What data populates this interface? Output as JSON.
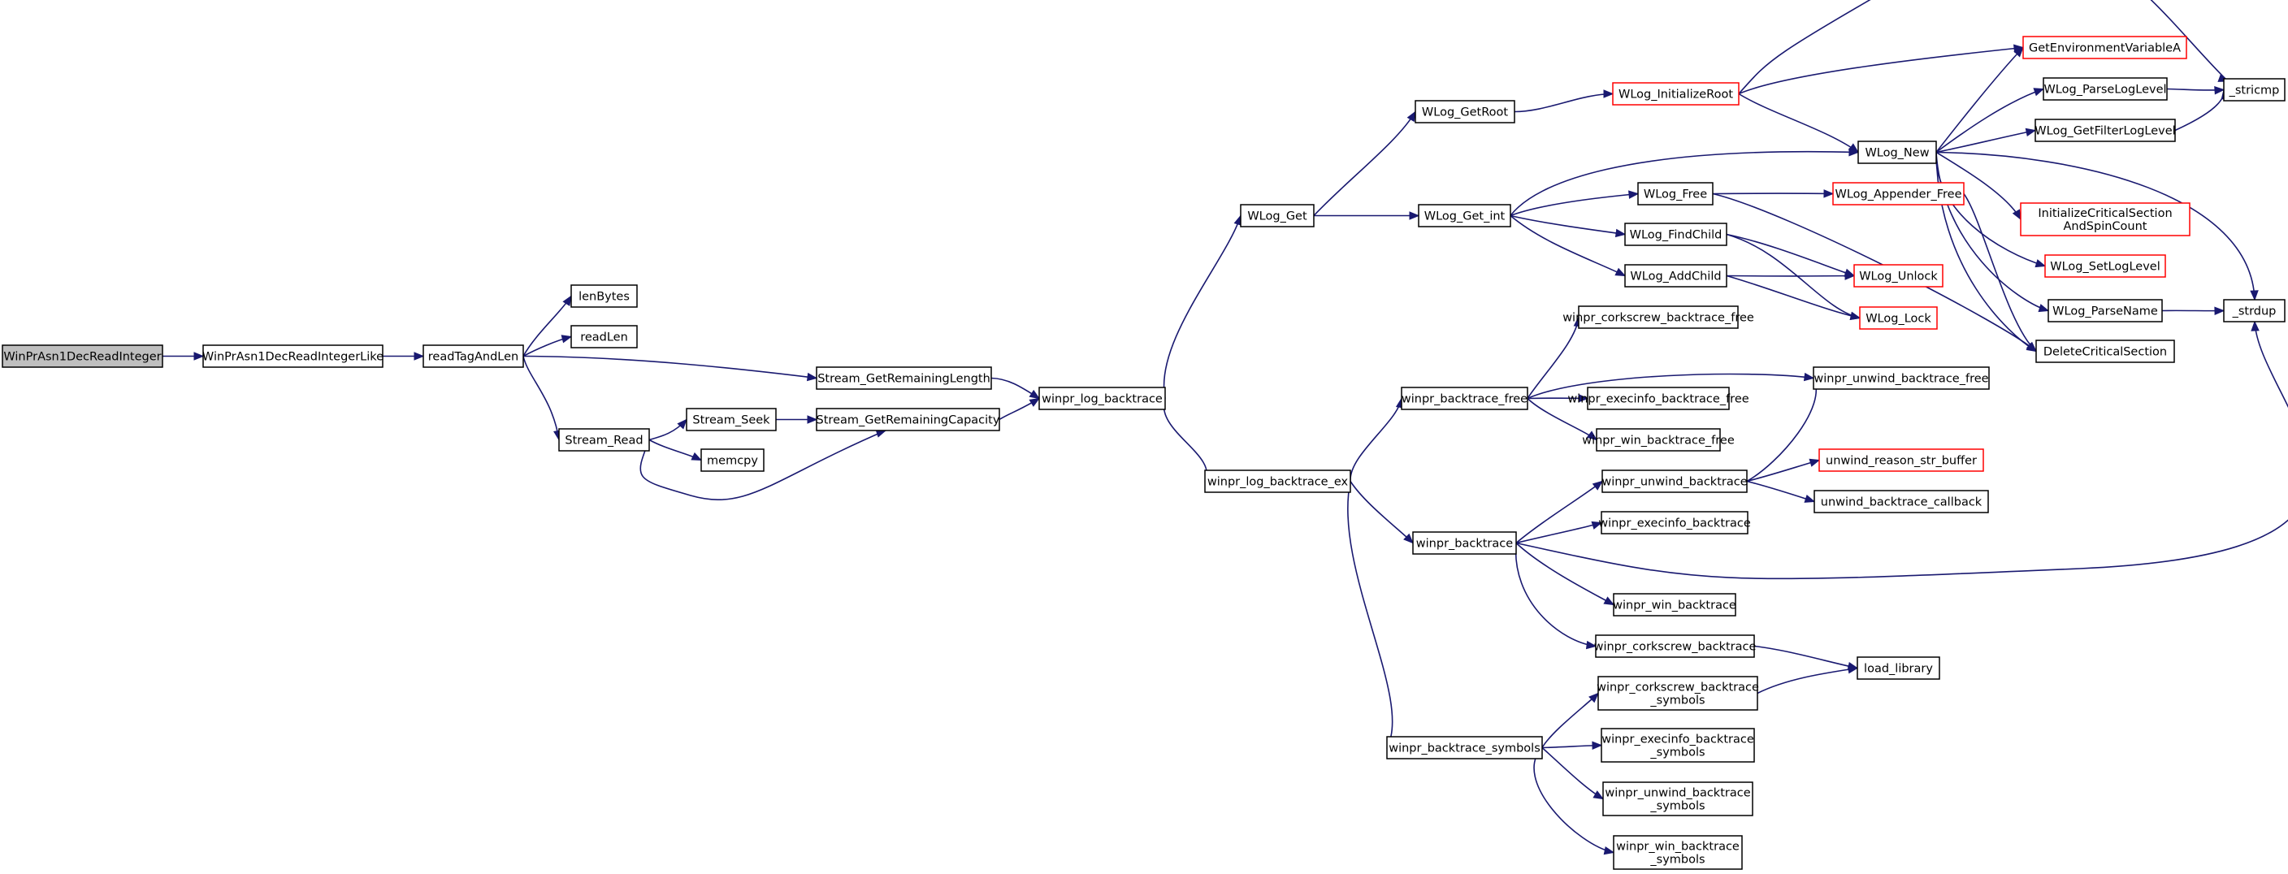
{
  "diagram": {
    "type": "call-graph",
    "node_colors": {
      "normal_border": "#000000",
      "truncated_border": "#ff0000",
      "root_fill": "#bfbfbf",
      "fill": "#ffffff",
      "edge": "#191970"
    },
    "nodes": {
      "root": {
        "lines": [
          "WinPrAsn1DecReadInteger"
        ],
        "status": "root"
      },
      "like": {
        "lines": [
          "WinPrAsn1DecReadIntegerLike"
        ],
        "status": "normal"
      },
      "readtag": {
        "lines": [
          "readTagAndLen"
        ],
        "status": "normal"
      },
      "lenbytes": {
        "lines": [
          "lenBytes"
        ],
        "status": "normal"
      },
      "readlen": {
        "lines": [
          "readLen"
        ],
        "status": "normal"
      },
      "streamread": {
        "lines": [
          "Stream_Read"
        ],
        "status": "normal"
      },
      "seek": {
        "lines": [
          "Stream_Seek"
        ],
        "status": "normal"
      },
      "memcpy": {
        "lines": [
          "memcpy"
        ],
        "status": "normal"
      },
      "getremlen": {
        "lines": [
          "Stream_GetRemainingLength"
        ],
        "status": "normal"
      },
      "getremcap": {
        "lines": [
          "Stream_GetRemainingCapacity"
        ],
        "status": "normal"
      },
      "logbt": {
        "lines": [
          "winpr_log_backtrace"
        ],
        "status": "normal"
      },
      "wlogget": {
        "lines": [
          "WLog_Get"
        ],
        "status": "normal"
      },
      "logbtex": {
        "lines": [
          "winpr_log_backtrace_ex"
        ],
        "status": "normal"
      },
      "getroot": {
        "lines": [
          "WLog_GetRoot"
        ],
        "status": "normal"
      },
      "getint": {
        "lines": [
          "WLog_Get_int"
        ],
        "status": "normal"
      },
      "initroot": {
        "lines": [
          "WLog_InitializeRoot"
        ],
        "status": "truncated"
      },
      "getenv": {
        "lines": [
          "GetEnvironmentVariableA"
        ],
        "status": "truncated"
      },
      "stricmp": {
        "lines": [
          "_stricmp"
        ],
        "status": "normal"
      },
      "parseloglevel": {
        "lines": [
          "WLog_ParseLogLevel"
        ],
        "status": "normal"
      },
      "getfilter": {
        "lines": [
          "WLog_GetFilterLogLevel"
        ],
        "status": "normal"
      },
      "wlognew": {
        "lines": [
          "WLog_New"
        ],
        "status": "normal"
      },
      "initcs": {
        "lines": [
          "InitializeCriticalSection",
          "AndSpinCount"
        ],
        "status": "truncated"
      },
      "setloglevel": {
        "lines": [
          "WLog_SetLogLevel"
        ],
        "status": "truncated"
      },
      "parsename": {
        "lines": [
          "WLog_ParseName"
        ],
        "status": "normal"
      },
      "strdup": {
        "lines": [
          "_strdup"
        ],
        "status": "normal"
      },
      "deletecs": {
        "lines": [
          "DeleteCriticalSection"
        ],
        "status": "normal"
      },
      "wlogfree": {
        "lines": [
          "WLog_Free"
        ],
        "status": "normal"
      },
      "appfree": {
        "lines": [
          "WLog_Appender_Free"
        ],
        "status": "truncated"
      },
      "findchild": {
        "lines": [
          "WLog_FindChild"
        ],
        "status": "normal"
      },
      "addchild": {
        "lines": [
          "WLog_AddChild"
        ],
        "status": "normal"
      },
      "unlock": {
        "lines": [
          "WLog_Unlock"
        ],
        "status": "truncated"
      },
      "lock": {
        "lines": [
          "WLog_Lock"
        ],
        "status": "truncated"
      },
      "btfree": {
        "lines": [
          "winpr_backtrace_free"
        ],
        "status": "normal"
      },
      "corkfree": {
        "lines": [
          "winpr_corkscrew_backtrace_free"
        ],
        "status": "normal"
      },
      "unwfree": {
        "lines": [
          "winpr_unwind_backtrace_free"
        ],
        "status": "normal"
      },
      "execfree": {
        "lines": [
          "winpr_execinfo_backtrace_free"
        ],
        "status": "normal"
      },
      "winfree": {
        "lines": [
          "winpr_win_backtrace_free"
        ],
        "status": "normal"
      },
      "bt": {
        "lines": [
          "winpr_backtrace"
        ],
        "status": "normal"
      },
      "unwbt": {
        "lines": [
          "winpr_unwind_backtrace"
        ],
        "status": "normal"
      },
      "unwreason": {
        "lines": [
          "unwind_reason_str_buffer"
        ],
        "status": "truncated"
      },
      "unwcb": {
        "lines": [
          "unwind_backtrace_callback"
        ],
        "status": "normal"
      },
      "execbt": {
        "lines": [
          "winpr_execinfo_backtrace"
        ],
        "status": "normal"
      },
      "winbt": {
        "lines": [
          "winpr_win_backtrace"
        ],
        "status": "normal"
      },
      "corkbt": {
        "lines": [
          "winpr_corkscrew_backtrace"
        ],
        "status": "normal"
      },
      "loadlib": {
        "lines": [
          "load_library"
        ],
        "status": "normal"
      },
      "btsym": {
        "lines": [
          "winpr_backtrace_symbols"
        ],
        "status": "normal"
      },
      "corksym": {
        "lines": [
          "winpr_corkscrew_backtrace",
          "_symbols"
        ],
        "status": "normal"
      },
      "execsym": {
        "lines": [
          "winpr_execinfo_backtrace",
          "_symbols"
        ],
        "status": "normal"
      },
      "unwsym": {
        "lines": [
          "winpr_unwind_backtrace",
          "_symbols"
        ],
        "status": "normal"
      },
      "winsym": {
        "lines": [
          "winpr_win_backtrace",
          "_symbols"
        ],
        "status": "normal"
      }
    },
    "edges": [
      [
        "root",
        "like"
      ],
      [
        "like",
        "readtag"
      ],
      [
        "readtag",
        "lenbytes"
      ],
      [
        "readtag",
        "readlen"
      ],
      [
        "readtag",
        "getremlen"
      ],
      [
        "readtag",
        "streamread"
      ],
      [
        "streamread",
        "seek"
      ],
      [
        "streamread",
        "memcpy"
      ],
      [
        "streamread",
        "getremcap"
      ],
      [
        "seek",
        "getremcap"
      ],
      [
        "getremlen",
        "logbt"
      ],
      [
        "getremcap",
        "logbt"
      ],
      [
        "logbt",
        "wlogget"
      ],
      [
        "logbt",
        "logbtex"
      ],
      [
        "wlogget",
        "getroot"
      ],
      [
        "wlogget",
        "getint"
      ],
      [
        "getroot",
        "initroot"
      ],
      [
        "initroot",
        "getenv"
      ],
      [
        "initroot",
        "stricmp"
      ],
      [
        "initroot",
        "wlognew"
      ],
      [
        "getint",
        "wlognew"
      ],
      [
        "getint",
        "wlogfree"
      ],
      [
        "getint",
        "findchild"
      ],
      [
        "getint",
        "addchild"
      ],
      [
        "wlognew",
        "getenv"
      ],
      [
        "wlognew",
        "parseloglevel"
      ],
      [
        "wlognew",
        "getfilter"
      ],
      [
        "wlognew",
        "initcs"
      ],
      [
        "wlognew",
        "setloglevel"
      ],
      [
        "wlognew",
        "parsename"
      ],
      [
        "wlognew",
        "strdup"
      ],
      [
        "wlognew",
        "deletecs"
      ],
      [
        "parseloglevel",
        "stricmp"
      ],
      [
        "getfilter",
        "stricmp"
      ],
      [
        "parsename",
        "strdup"
      ],
      [
        "wlogfree",
        "appfree"
      ],
      [
        "wlogfree",
        "deletecs"
      ],
      [
        "appfree",
        "deletecs"
      ],
      [
        "findchild",
        "unlock"
      ],
      [
        "findchild",
        "lock"
      ],
      [
        "addchild",
        "unlock"
      ],
      [
        "addchild",
        "lock"
      ],
      [
        "logbtex",
        "btfree"
      ],
      [
        "logbtex",
        "bt"
      ],
      [
        "logbtex",
        "btsym"
      ],
      [
        "btfree",
        "corkfree"
      ],
      [
        "btfree",
        "unwfree"
      ],
      [
        "btfree",
        "execfree"
      ],
      [
        "btfree",
        "winfree"
      ],
      [
        "bt",
        "unwbt"
      ],
      [
        "bt",
        "execbt"
      ],
      [
        "bt",
        "winbt"
      ],
      [
        "bt",
        "corkbt"
      ],
      [
        "bt",
        "strdup"
      ],
      [
        "unwbt",
        "unwfree"
      ],
      [
        "unwbt",
        "unwreason"
      ],
      [
        "unwbt",
        "unwcb"
      ],
      [
        "corkbt",
        "loadlib"
      ],
      [
        "btsym",
        "corksym"
      ],
      [
        "btsym",
        "execsym"
      ],
      [
        "btsym",
        "unwsym"
      ],
      [
        "btsym",
        "winsym"
      ],
      [
        "corksym",
        "loadlib"
      ]
    ]
  }
}
